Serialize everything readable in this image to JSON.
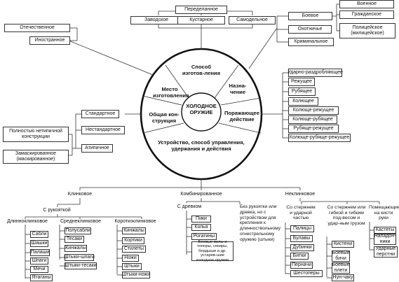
{
  "center": {
    "title": "ХОЛОДНОЕ ОРУЖИЕ"
  },
  "sectors": {
    "method": "Способ изготов-ления",
    "purpose": "Назна-чение",
    "action": "Поражающее действие",
    "device": "Устройство, способ управления, удержания и действия",
    "construction": "Общая кон-струкция",
    "place": "Место изготовления"
  },
  "method": {
    "top": "Переделанное",
    "items": [
      "Заводское",
      "Кустарное",
      "Самодельное"
    ]
  },
  "place": {
    "items": [
      "Отечественное",
      "Иностранное"
    ]
  },
  "purpose": {
    "items": [
      "Боевое",
      "Охотничье",
      "Криминальное"
    ],
    "combat_sub": [
      "Военное",
      "Гражданское",
      "Полицейское (милицейское)"
    ]
  },
  "action": {
    "items": [
      "Ударно-раздробляющее",
      "Режущее",
      "Рубящее",
      "Колющее",
      "Колюще-режущее",
      "Колюще-рубящее",
      "Рубяще-режущее",
      "Колюще-рубяще-режущее"
    ]
  },
  "construction": {
    "items": [
      "Стандартное",
      "Нестандартное",
      "Атипичное"
    ],
    "atypical": [
      "Полностью нетипичной конструкции",
      "Замаскированное (маскированное)"
    ]
  },
  "device": {
    "groups": [
      "Клинковое",
      "Комбинированное",
      "Неклинковое"
    ],
    "bladed": {
      "handle": "С рукояткой",
      "long": {
        "title": "Длинноклинковое",
        "items": [
          "Сабли",
          "Шашки",
          "Палаши",
          "Шпаги",
          "Мечи",
          "Ятаганы"
        ]
      },
      "medium": {
        "title": "Среднеклинковое",
        "items": [
          "Полусабли",
          "Тесаки",
          "Кинжалы",
          "Штыки-шпаги",
          "Штыки-тесаки"
        ]
      },
      "short": {
        "title": "Короткоклинковое",
        "items": [
          "Кинжалы",
          "Кортики",
          "Стилеты",
          "Ножи",
          "Штыки",
          "Штыки-ножи"
        ]
      }
    },
    "combined": {
      "shaft": "С древком",
      "shaft_items": [
        "Пики",
        "Копья",
        "Рогатины"
      ],
      "shaft_note": "Боевые вилы и топоры, секиры, бердыши и др. устарев-шие холодное оружие",
      "no_handle": "Без рукоятки или древка, но с устройством для крепления к длинноствольному огнестрельному оружию (штыки)"
    },
    "nonblade": {
      "rod": {
        "title": "Со стержнем и ударной частью",
        "items": [
          "Палицы",
          "Булавы",
          "Дубинки",
          "Битки",
          "Перначи",
          "Шестоперы"
        ]
      },
      "flex": {
        "title": "Со стержнем или гибкой и гибким под-весом и удар-ным грузом",
        "items": [
          "Кистени",
          "Боевые бичи",
          "Боевые плети",
          "Нун-чаку"
        ]
      },
      "hand": {
        "title": "Помещающиеся на кисти руки",
        "items": [
          "Кастеты",
          "Нападон-ники",
          "Ударные перстни"
        ]
      }
    }
  }
}
